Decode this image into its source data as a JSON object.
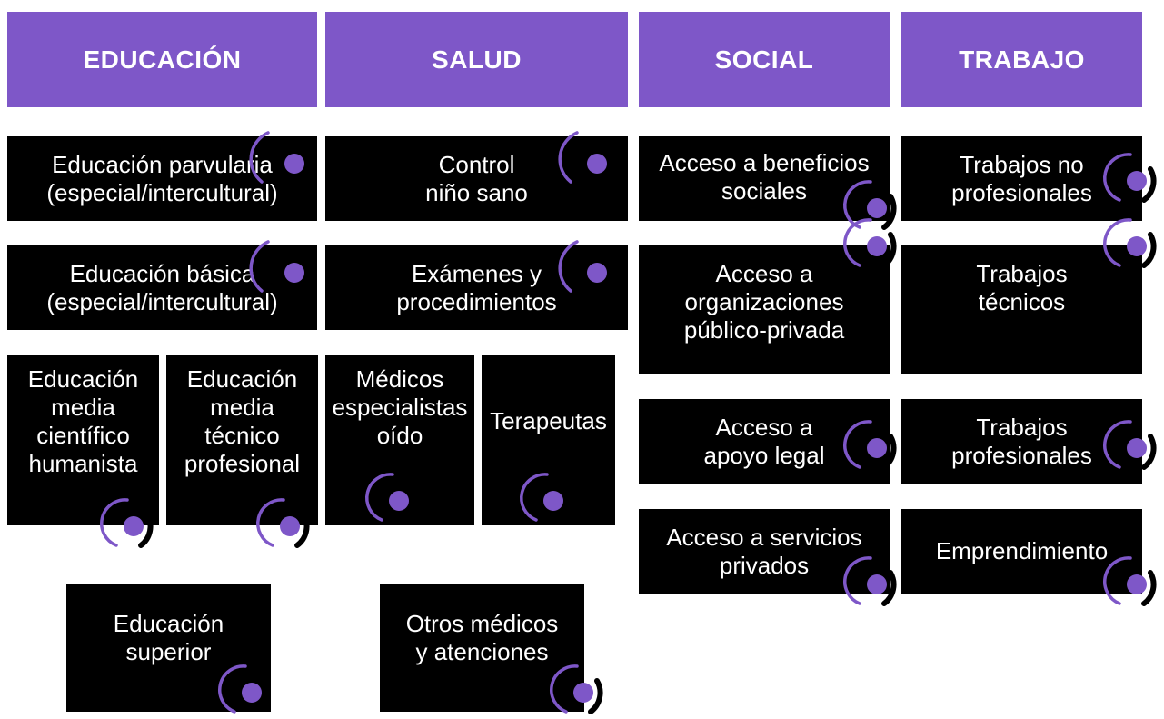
{
  "headers": [
    "EDUCACIÓN",
    "SALUD",
    "SOCIAL",
    "TRABAJO"
  ],
  "cards": {
    "edu_parvularia": "Educación parvularia\n(especial/intercultural)",
    "edu_basica": "Educación básica\n(especial/intercultural)",
    "edu_media_ch": "Educación\nmedia\ncientífico\nhumanista",
    "edu_media_tp": "Educación\nmedia\ntécnico\nprofesional",
    "edu_superior": "Educación\nsuperior",
    "salud_control": "Control\nniño sano",
    "salud_examenes": "Exámenes y\nprocedimientos",
    "salud_medicos_oido": "Médicos\nespecialistas\noído",
    "salud_terapeutas": "Terapeutas",
    "salud_otros": "Otros médicos\ny atenciones",
    "social_beneficios": "Acceso a beneficios\nsociales",
    "social_organizaciones": "Acceso a\norganizaciones\npúblico-privada",
    "social_legal": "Acceso a\napoyo legal",
    "social_privados": "Acceso a servicios\nprivados",
    "trabajo_no_prof": "Trabajos no\nprofesionales",
    "trabajo_tecnicos": "Trabajos\ntécnicos",
    "trabajo_prof": "Trabajos\nprofesionales",
    "trabajo_emprendimiento": "Emprendimiento"
  },
  "colors": {
    "accent": "#7e57c8",
    "card_bg": "#000000",
    "text": "#ffffff"
  },
  "icon": "circle-progress-icon"
}
